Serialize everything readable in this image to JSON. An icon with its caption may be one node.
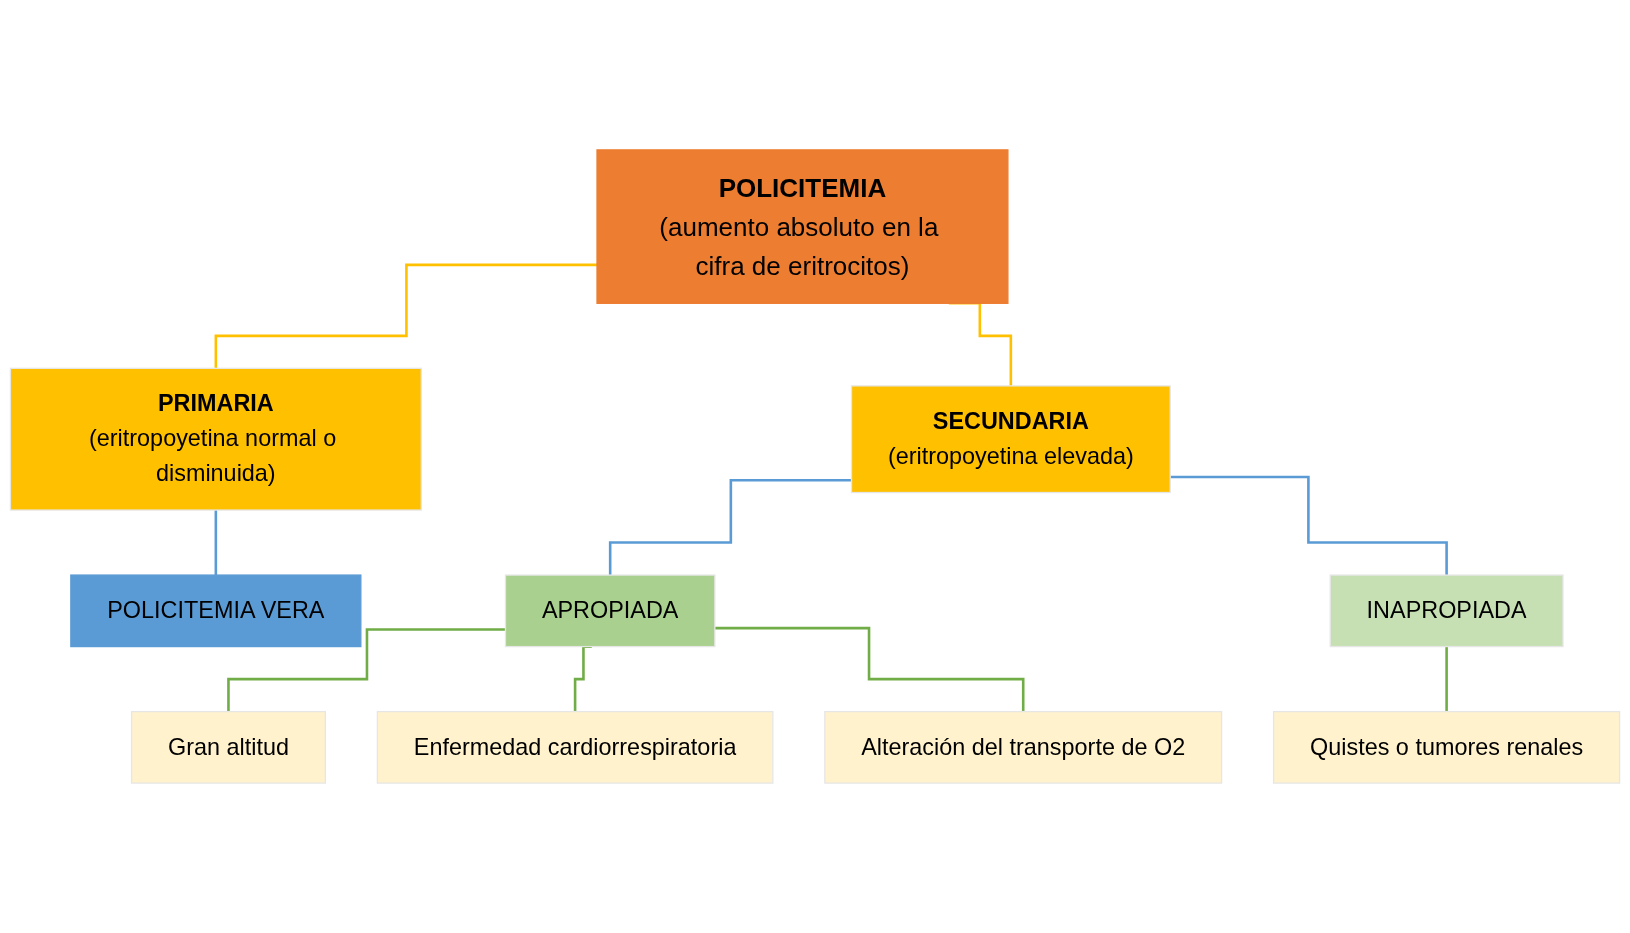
{
  "diagram": {
    "nodes": [
      {
        "text": [
          "POLICITEMIA",
          "(aumento absoluto en la cifra de eritrocitos)"
        ]
      },
      {
        "text": [
          "PRIMARIA",
          "(eritropoyetina normal o disminuida)"
        ]
      },
      {
        "text": [
          "SECUNDARIA",
          "(eritropoyetina elevada)"
        ]
      },
      {
        "text": [
          "POLICITEMIA VERA"
        ]
      },
      {
        "text": [
          "APROPIADA"
        ]
      },
      {
        "text": [
          "INAPROPIADA"
        ]
      },
      {
        "text": [
          "Gran altitud"
        ]
      },
      {
        "text": [
          "Enfermedad cardiorrespiratoria"
        ]
      },
      {
        "text": [
          "Alteración del transporte de O2"
        ]
      },
      {
        "text": [
          "Quistes o tumores renales"
        ]
      }
    ],
    "edges": [
      {
        "from": 0,
        "to": 1,
        "arrow": "none",
        "color": "#ffc000"
      },
      {
        "from": 0,
        "to": 2,
        "arrow": "none",
        "color": "#ffc000"
      },
      {
        "from": 1,
        "to": 3,
        "arrow": "none",
        "color": "#5b9bd5"
      },
      {
        "from": 2,
        "to": 4,
        "arrow": "none",
        "color": "#5b9bd5"
      },
      {
        "from": 2,
        "to": 5,
        "arrow": "none",
        "color": "#5b9bd5"
      },
      {
        "from": 4,
        "to": 6,
        "arrow": "none",
        "color": "#70ad47"
      },
      {
        "from": 4,
        "to": 7,
        "arrow": "none",
        "color": "#70ad47"
      },
      {
        "from": 4,
        "to": 8,
        "arrow": "none",
        "color": "#70ad47"
      },
      {
        "from": 5,
        "to": 9,
        "arrow": "none",
        "color": "#70ad47"
      }
    ]
  }
}
